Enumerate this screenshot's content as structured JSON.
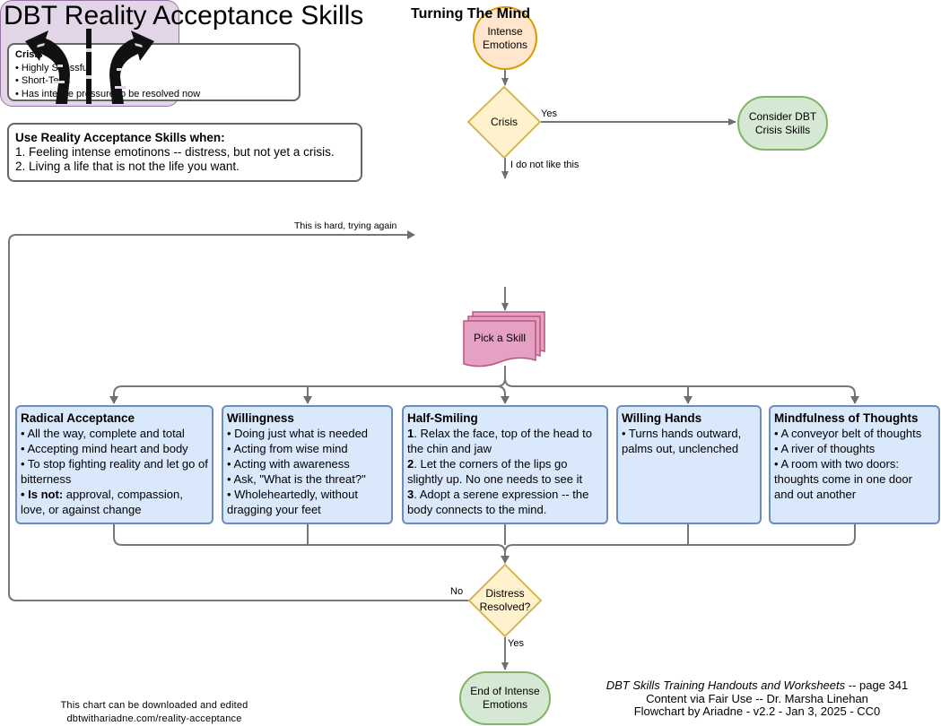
{
  "title": "DBT Reality Acceptance Skills",
  "crisis_note": {
    "heading": "Crisis",
    "items": [
      "• Highly Stressful",
      "• Short-Term",
      "• Has intense pressure to be resolved now"
    ]
  },
  "when_note": {
    "heading": "Use Reality Acceptance Skills when:",
    "items": [
      "1. Feeling intense emotinons -- distress, but not yet a crisis.",
      "2. Living a life that is not the life you want."
    ]
  },
  "nodes": {
    "intense": "Intense Emotions",
    "crisis": "Crisis",
    "consider": "Consider DBT Crisis Skills",
    "turning": "Turning The Mind",
    "pick": "Pick a Skill",
    "distress": "Distress Resolved?",
    "end": "End of Intense Emotions"
  },
  "edges": {
    "yes_crisis": "Yes",
    "dislike": "I do not like this",
    "hard": "This is hard, trying again",
    "no": "No",
    "yes_end": "Yes"
  },
  "skills": [
    {
      "title": "Radical Acceptance",
      "l1": "• All the way, complete and total",
      "l2": "• Accepting mind heart and body",
      "l3": "• To stop fighting reality and let go of bitterness",
      "l4_bold": "• Is not:",
      "l4_rest": " approval, compassion, love, or against change"
    },
    {
      "title": "Willingness",
      "l1": "• Doing just what is needed",
      "l2": "• Acting from wise mind",
      "l3": "• Acting with awareness",
      "l4": "• Ask, \"What is the threat?\"",
      "l5": "• Wholeheartedly, without dragging your feet"
    },
    {
      "title": "Half-Smiling",
      "n1": "1",
      "t1": ". Relax the face, top of the head to the chin and jaw",
      "n2": "2",
      "t2": ". Let the corners of the lips go slightly up. No one needs to see it",
      "n3": "3",
      "t3": ". Adopt a serene expression -- the body connects to the mind."
    },
    {
      "title": "Willing Hands",
      "l1": "• Turns hands outward, palms out, unclenched"
    },
    {
      "title": "Mindfulness of Thoughts",
      "l1": "• A conveyor belt of thoughts",
      "l2": "• A river of thoughts",
      "l3": "• A room with two doors: thoughts come in one door and out another"
    }
  ],
  "credits": {
    "line1_italic": "DBT Skills Training Handouts and Worksheets",
    "line1_rest": " -- page 341",
    "line2": "Content via Fair Use -- Dr. Marsha Linehan",
    "line3": "Flowchart by Ariadne - v2.2 - Jan 3, 2025 - CC0"
  },
  "download": {
    "line1": "This chart can be downloaded and edited",
    "line2": "dbtwithariadne.com/reality-acceptance"
  },
  "colors": {
    "start_fill": "#ffe6cc",
    "start_stroke": "#d79b00",
    "decision_fill": "#fff2cc",
    "decision_stroke": "#d6b656",
    "terminal_fill": "#d5e8d4",
    "terminal_stroke": "#82b366",
    "process_fill": "#e1d5e7",
    "process_stroke": "#9673a6",
    "skill_fill": "#dae8fc",
    "skill_stroke": "#6c8ebf",
    "doc_fill": "#e6a0c4",
    "doc_stroke": "#b5577f",
    "line": "#777777"
  }
}
